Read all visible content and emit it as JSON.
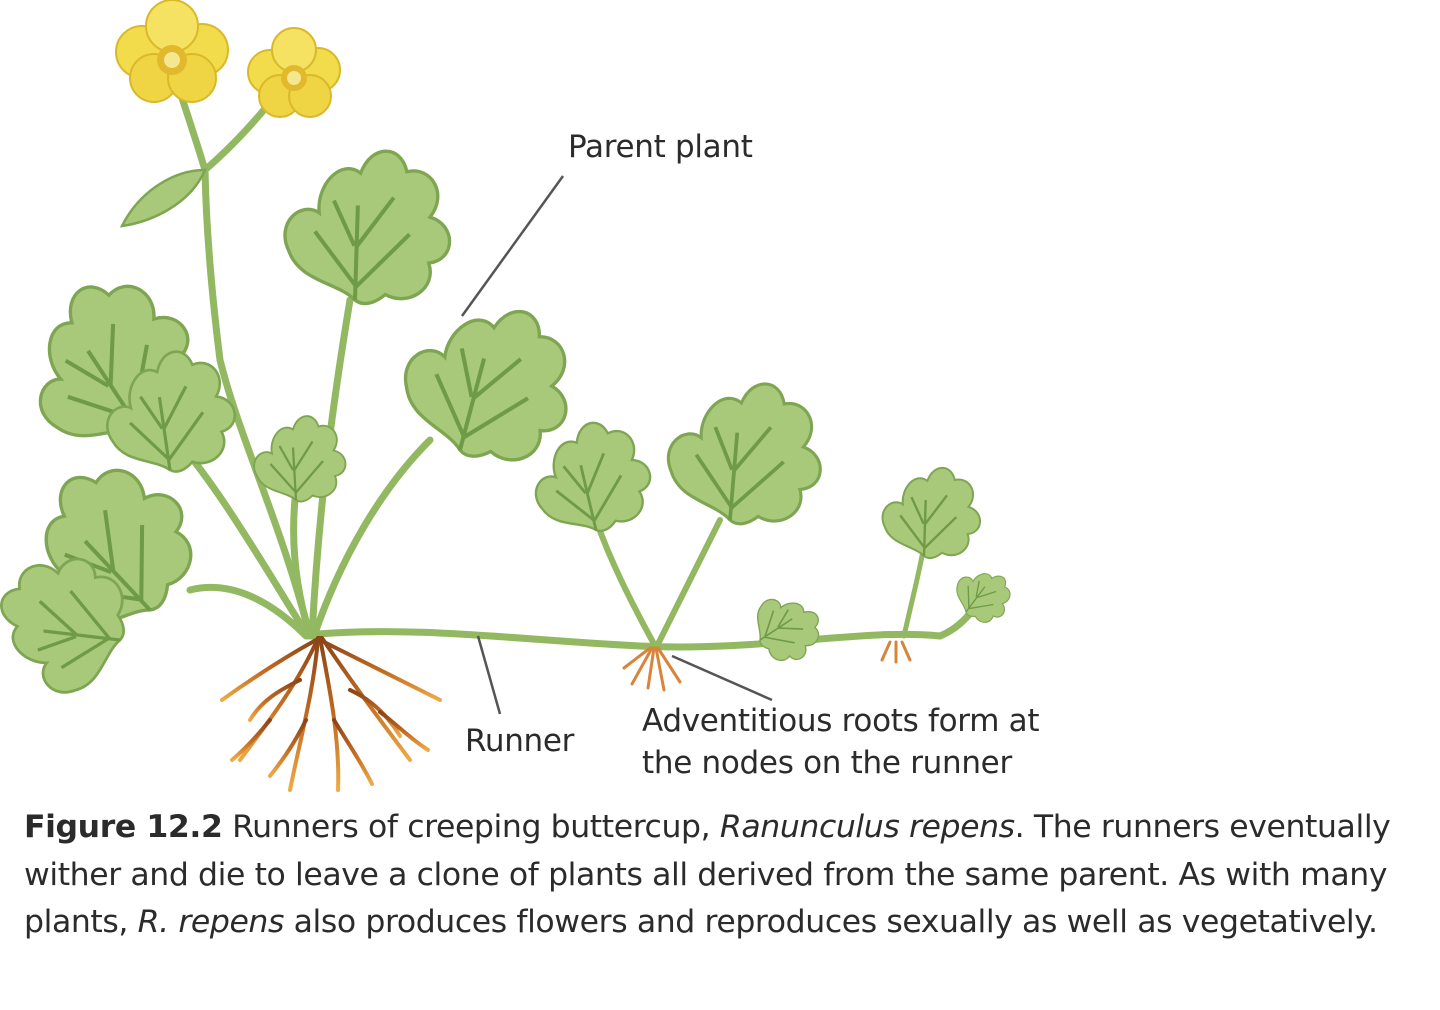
{
  "labels": {
    "parent_plant": "Parent plant",
    "runner": "Runner",
    "adventitious_line1": "Adventitious roots form at",
    "adventitious_line2": "the nodes on the runner"
  },
  "caption": {
    "figure_number": "Figure 12.2",
    "part1": " Runners of creeping buttercup, ",
    "species": "Ranunculus repens",
    "part2": ". The runners eventually wither and die to leave a clone of plants all derived from the same parent. As with many plants, ",
    "species_short": "R. repens",
    "part3": " also produces flowers and reproduces sexually as well as vegetatively."
  },
  "colors": {
    "leaf": "#a9c97a",
    "leaf_dark": "#6f9a46",
    "stem": "#93b862",
    "flower": "#f3dc4c",
    "flower_center": "#e2b92c",
    "root": "#b0601c",
    "root_tip": "#e49a3a",
    "leader": "#555555"
  }
}
